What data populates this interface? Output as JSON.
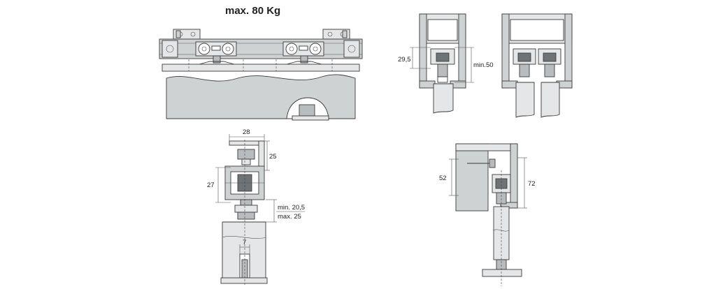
{
  "figure": {
    "title": "max. 80 Kg",
    "dimensions": {
      "d_29_5": "29,5",
      "d_min50": "min.50",
      "d_28": "28",
      "d_25": "25",
      "d_27": "27",
      "d_min20_5": "min. 20,5",
      "d_max25": "max. 25",
      "d_7": "7",
      "d_52": "52",
      "d_72": "72"
    }
  }
}
